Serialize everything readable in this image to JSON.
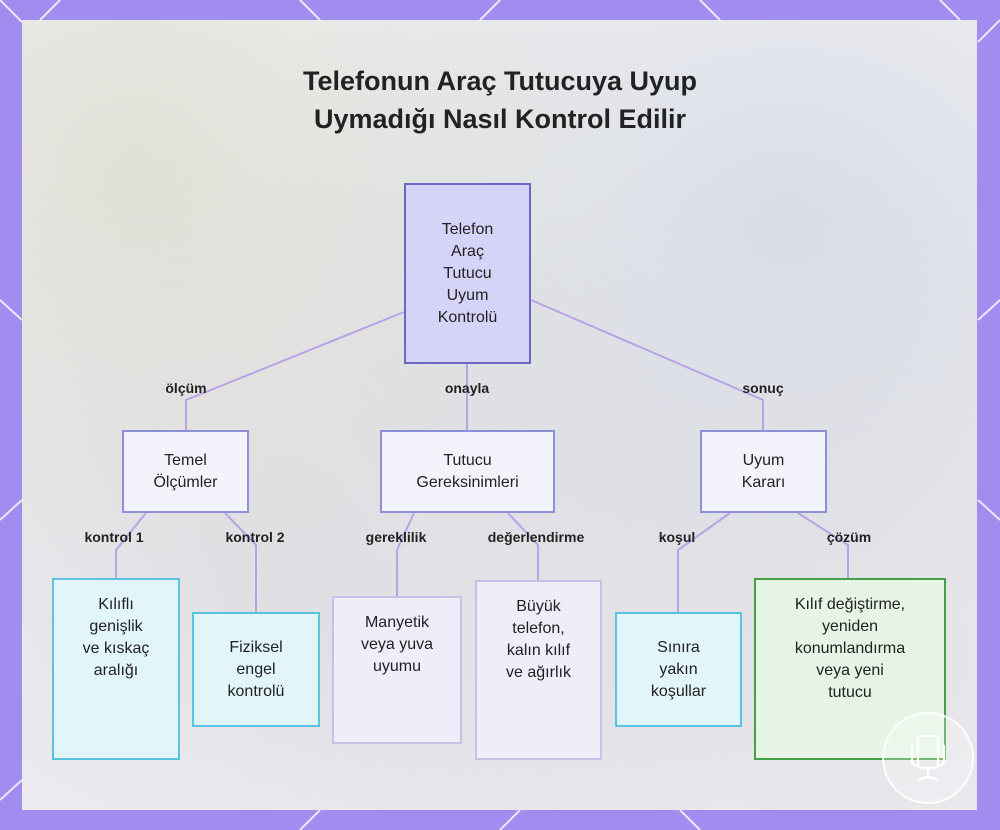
{
  "title": {
    "line1": "Telefonun Araç Tutucuya Uyup",
    "line2": "Uymadığı Nasıl Kontrol Edilir"
  },
  "nodes": {
    "root": "Telefon\nAraç\nTutucu\nUyum\nKontrolü",
    "temel_olcumler": "Temel\nÖlçümler",
    "tutucu_gereksinimleri": "Tutucu\nGereksinimleri",
    "uyum_karari": "Uyum\nKararı",
    "kilifli_genislik": "Kılıflı\ngenişlik\nve kıskaç\naralığı",
    "fiziksel_engel": "Fiziksel\nengel\nkontrolü",
    "manyetik_yuva": "Manyetik\nveya yuva\nuyumu",
    "buyuk_telefon": "Büyük\ntelefon,\nkalın kılıf\nve ağırlık",
    "sinira_yakin": "Sınıra\nyakın\nkoşullar",
    "kilif_degistirme": "Kılıf değiştirme,\nyeniden\nkonumlandırma\nveya yeni\ntutucu"
  },
  "edges": {
    "olcum": "ölçüm",
    "onayla": "onayla",
    "sonuc": "sonuç",
    "kontrol1": "kontrol 1",
    "kontrol2": "kontrol 2",
    "gereklilik": "gereklilik",
    "degerlendirme": "değerlendirme",
    "kosul": "koşul",
    "cozum": "çözüm"
  },
  "colors": {
    "frame": "#a28cf0",
    "edge": "#b9a2e6",
    "root_fill": "#d5d3f7",
    "root_border": "#6a66c4",
    "mid_fill": "#f3f4fb",
    "mid_border": "#8d90d6",
    "cyan_fill": "#e2f5fb",
    "cyan_border": "#5bc3e0",
    "lav_fill": "#eeeefa",
    "lav_border": "#c3c3e8",
    "green_fill": "#e6f4e6",
    "green_border": "#43a047"
  },
  "icons": {
    "logo": "phone-holder-logo-icon"
  }
}
